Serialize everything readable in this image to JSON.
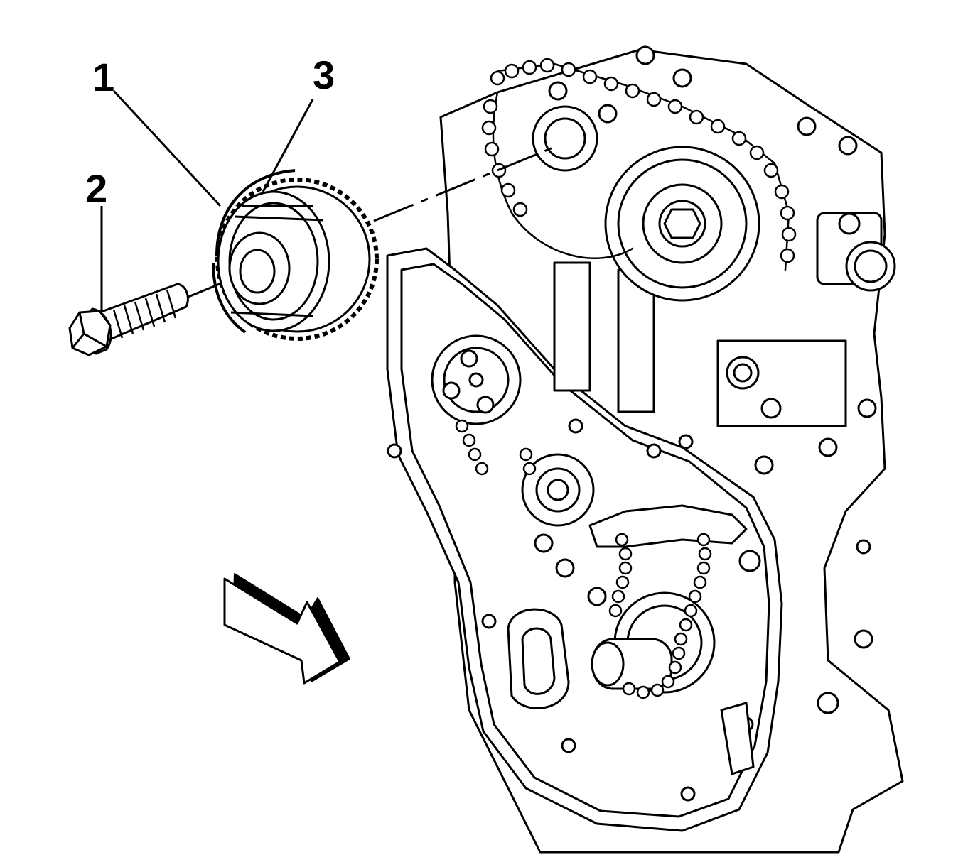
{
  "callouts": [
    {
      "id": "1",
      "label": "1"
    },
    {
      "id": "2",
      "label": "2"
    },
    {
      "id": "3",
      "label": "3"
    }
  ],
  "colors": {
    "line": "#000000",
    "background": "#ffffff"
  },
  "icons": [
    "view-direction-arrow-icon"
  ]
}
